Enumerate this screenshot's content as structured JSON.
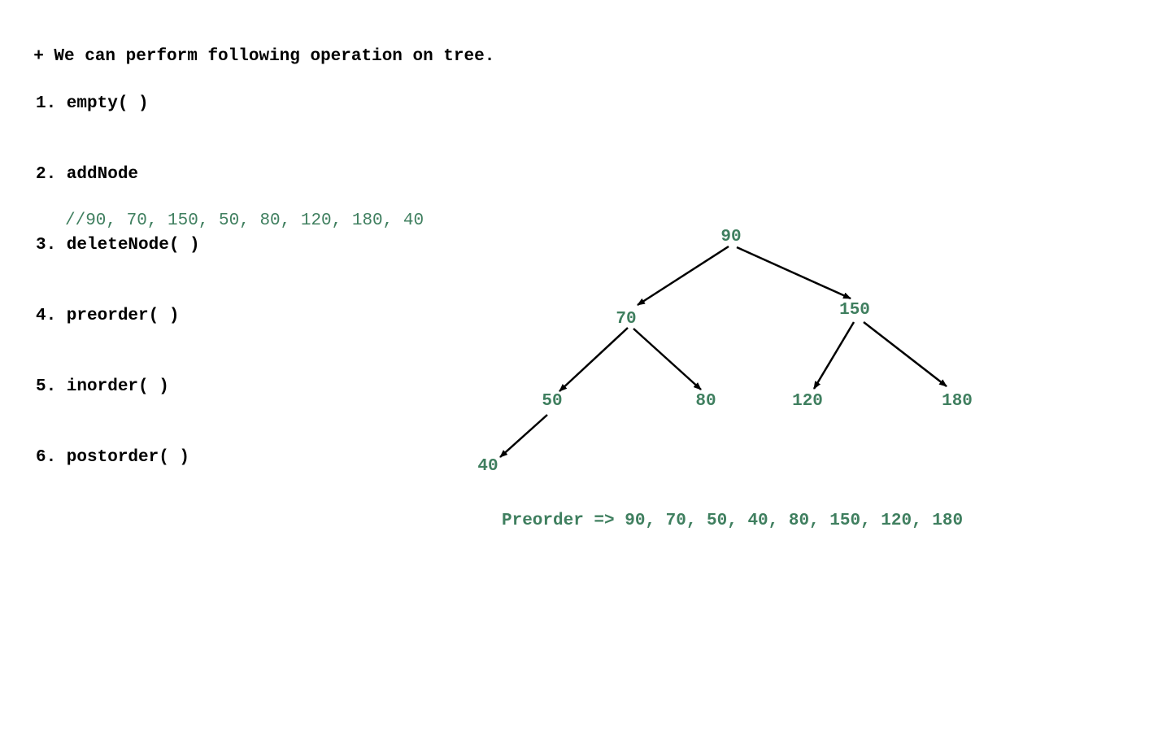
{
  "operations": {
    "heading": "+ We can perform following operation on tree.",
    "items": [
      "1. empty( )",
      "2. addNode",
      "3. deleteNode( )",
      "4. preorder( )",
      "5. inorder( )",
      "6. postorder( )"
    ]
  },
  "comment": "//90, 70, 150, 50, 80, 120, 180, 40",
  "tree": {
    "nodes": [
      "90",
      "70",
      "150",
      "50",
      "80",
      "120",
      "180",
      "40"
    ],
    "edges": [
      [
        "90",
        "70"
      ],
      [
        "90",
        "150"
      ],
      [
        "70",
        "50"
      ],
      [
        "70",
        "80"
      ],
      [
        "150",
        "120"
      ],
      [
        "150",
        "180"
      ],
      [
        "50",
        "40"
      ]
    ]
  },
  "preorder": "Preorder => 90, 70, 50, 40, 80, 150, 120, 180",
  "colors": {
    "node_text": "#3f7f5f",
    "edge": "#000000",
    "text": "#000000"
  }
}
